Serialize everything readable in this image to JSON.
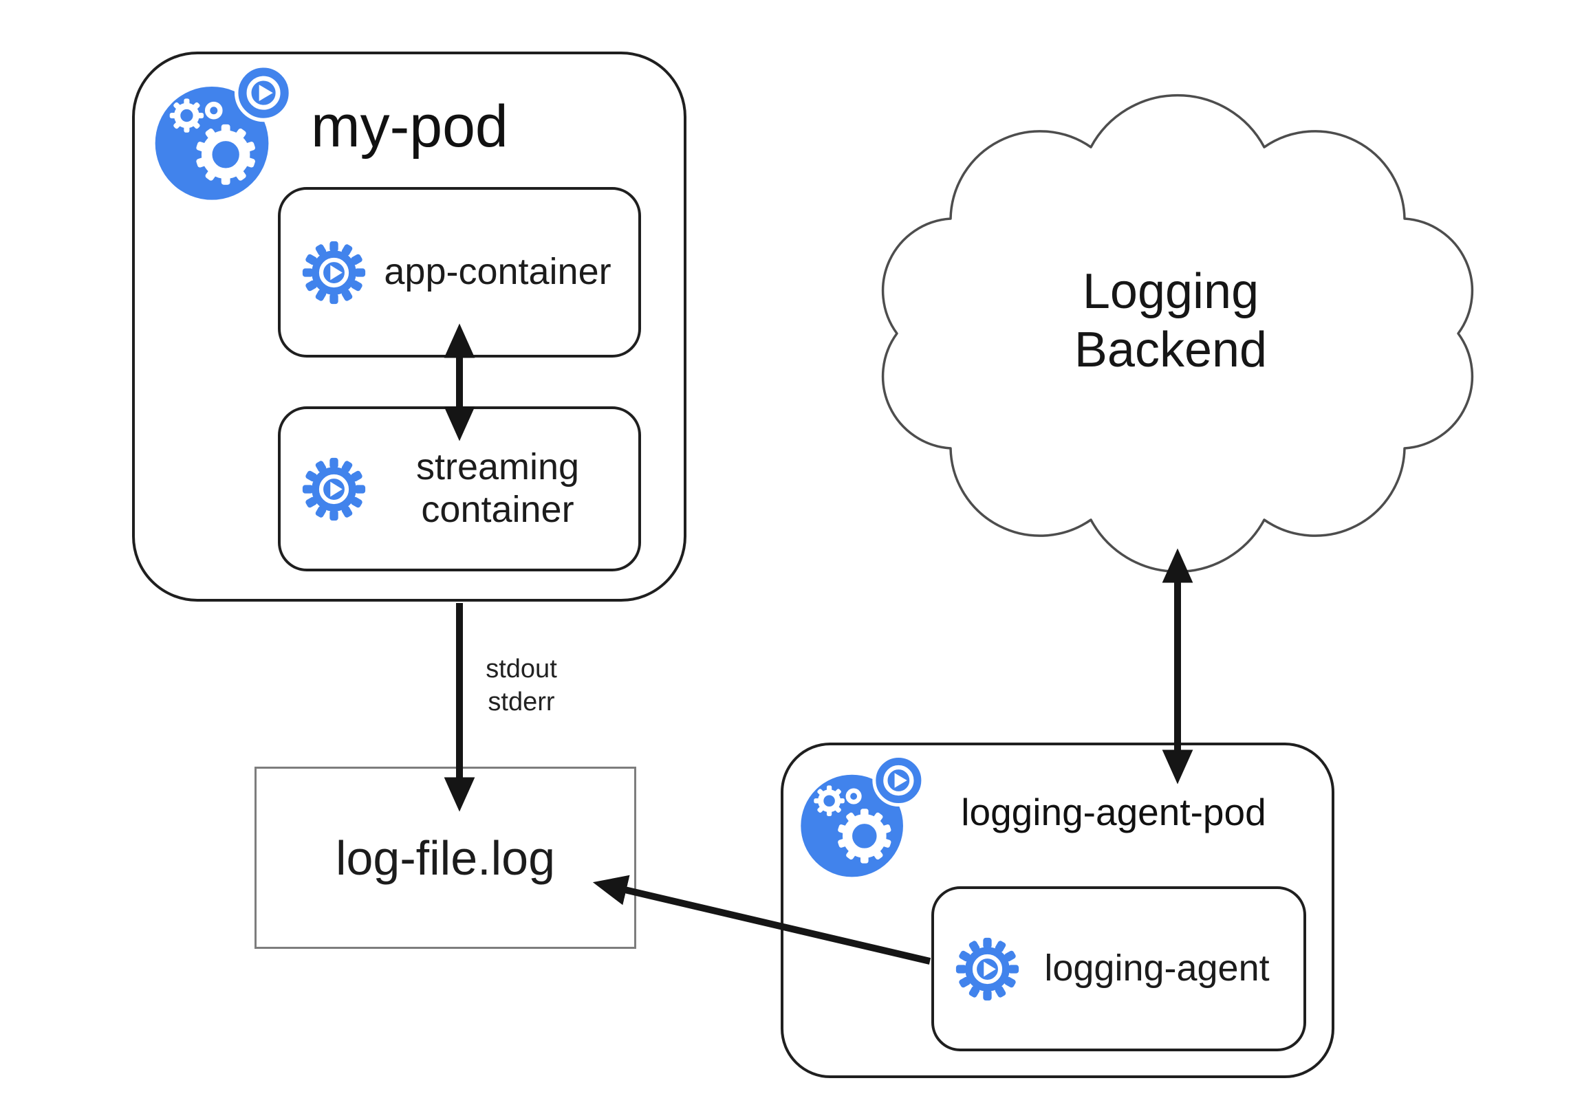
{
  "diagram_title": "Kubernetes sidecar streaming-container logging architecture",
  "colors": {
    "icon_blue": "#4183EC",
    "arrow_black": "#151515",
    "box_border_black": "#1f1f1f",
    "file_box_border_gray": "#7d7d7d",
    "cloud_outline_gray": "#4d4d4d",
    "background": "#ffffff"
  },
  "my_pod": {
    "title": "my-pod",
    "containers": [
      {
        "label": "app-container"
      },
      {
        "label": "streaming\ncontainer"
      }
    ]
  },
  "log_file": {
    "label": "log-file.log"
  },
  "cloud": {
    "label": "Logging\nBackend"
  },
  "logging_agent_pod": {
    "title": "logging-agent-pod",
    "containers": [
      {
        "label": "logging-agent"
      }
    ]
  },
  "edge_labels": {
    "stdout_stderr": "stdout\nstderr"
  },
  "icons": {
    "pod": "kubernetes-pod-icon (blue circle, white gears, play-badge)",
    "container": "container-gear-icon (blue gear, white ring, white play triangle)"
  },
  "edges": [
    {
      "from": "app-container",
      "to": "streaming container",
      "type": "bidirectional"
    },
    {
      "from": "my-pod",
      "to": "log-file.log",
      "type": "directed",
      "label": "stdout\nstderr"
    },
    {
      "from": "logging-agent",
      "to": "log-file.log",
      "type": "directed"
    },
    {
      "from": "logging-agent-pod",
      "to": "Logging Backend",
      "type": "bidirectional"
    }
  ]
}
